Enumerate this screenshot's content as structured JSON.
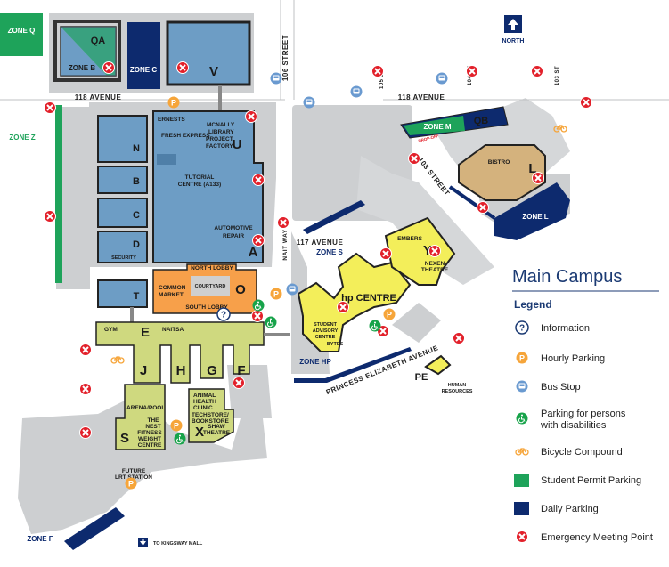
{
  "zones": {
    "q": "ZONE Q",
    "z": "ZONE Z",
    "b": "ZONE B",
    "c": "ZONE C",
    "m": "ZONE M",
    "l": "ZONE L",
    "s": "ZONE S",
    "hp": "ZONE HP",
    "f": "ZONE F"
  },
  "buildings": {
    "qa": "QA",
    "qb": "QB",
    "v": "V",
    "u": "U",
    "n": "N",
    "b": "B",
    "c": "C",
    "d": "D",
    "a": "A",
    "t": "T",
    "o": "O",
    "e": "E",
    "j": "J",
    "h": "H",
    "g": "G",
    "f": "F",
    "s": "S",
    "x": "X",
    "l": "L",
    "pe": "PE",
    "y": "Y",
    "hp_centre": "hp CENTRE"
  },
  "labels": {
    "ernests": "ERNESTS",
    "fresh_express": "FRESH EXPRESS",
    "mcnally_library": "MCNALLY",
    "library": "LIBRARY",
    "project_factory_1": "PROJECT",
    "project_factory_2": "FACTORY",
    "tutorial_centre": "TUTORIAL",
    "tutorial_centre_2": "CENTRE (A133)",
    "automotive": "AUTOMOTIVE",
    "repair": "REPAIR",
    "security": "SECURITY",
    "north_lobby": "NORTH LOBBY",
    "common_market_1": "COMMON",
    "common_market_2": "MARKET",
    "courtyard": "COURTYARD",
    "south_lobby": "SOUTH LOBBY",
    "gym": "GYM",
    "naitsa": "NAITSA",
    "arena_pool": "ARENA/POOL",
    "the_nest_1": "THE",
    "the_nest_2": "NEST",
    "fitness_1": "FITNESS",
    "fitness_2": "WEIGHT",
    "fitness_3": "CENTRE",
    "animal_health_1": "ANIMAL",
    "animal_health_2": "HEALTH",
    "animal_health_3": "CLINIC",
    "techstore_1": "TECHSTORE/",
    "techstore_2": "BOOKSTORE",
    "shaw_1": "SHAW",
    "shaw_2": "THEATRE",
    "future_lrt_1": "FUTURE",
    "future_lrt_2": "LRT STATION",
    "to_kingsway": "TO KINGSWAY MALL",
    "north": "NORTH",
    "bistro": "BISTRO",
    "embers": "EMBERS",
    "nexen_1": "NEXEN",
    "nexen_2": "THEATRE",
    "student_advisory_1": "STUDENT",
    "student_advisory_2": "ADVISORY",
    "student_advisory_3": "CENTRE",
    "bytes": "BYTES",
    "human_resources_1": "HUMAN",
    "human_resources_2": "RESOURCES",
    "drop_off": "DROP-OFF"
  },
  "roads": {
    "ave_118_west": "118 AVENUE",
    "ave_118_east": "118 AVENUE",
    "street_106": "106 STREET",
    "street_104": "104 ST",
    "street_103_top": "103 ST",
    "street_105": "105 ST",
    "street_103": "103 STREET",
    "ave_117": "117 AVENUE",
    "nait_way": "NAIT WAY",
    "princess_elizabeth": "PRINCESS ELIZABETH AVENUE"
  },
  "title": "Main Campus",
  "legend": {
    "heading": "Legend",
    "items": [
      {
        "icon": "information-icon",
        "label": "Information"
      },
      {
        "icon": "hourly-parking-icon",
        "label": "Hourly Parking"
      },
      {
        "icon": "bus-stop-icon",
        "label": "Bus Stop"
      },
      {
        "icon": "accessible-parking-icon",
        "label": "Parking for persons",
        "label2": "with disabilities"
      },
      {
        "icon": "bicycle-icon",
        "label": "Bicycle Compound"
      },
      {
        "icon": "student-permit-swatch",
        "label": "Student Permit Parking"
      },
      {
        "icon": "daily-parking-swatch",
        "label": "Daily Parking"
      },
      {
        "icon": "emergency-meeting-icon",
        "label": "Emergency Meeting Point"
      }
    ]
  },
  "colors": {
    "building_blue": "#6d9dc5",
    "building_yellow": "#f3ee5a",
    "building_green": "#cfd97f",
    "building_orange": "#f7a04a",
    "building_tan": "#d4b27d",
    "student_permit": "#1ea35a",
    "daily_parking": "#0d2a6e",
    "emergency": "#e2202a",
    "hourly": "#f6a53a",
    "accessible": "#17a34a",
    "bus": "#6a9ad0",
    "lot_gray": "#cdcfd1",
    "title": "#1b3a73"
  }
}
